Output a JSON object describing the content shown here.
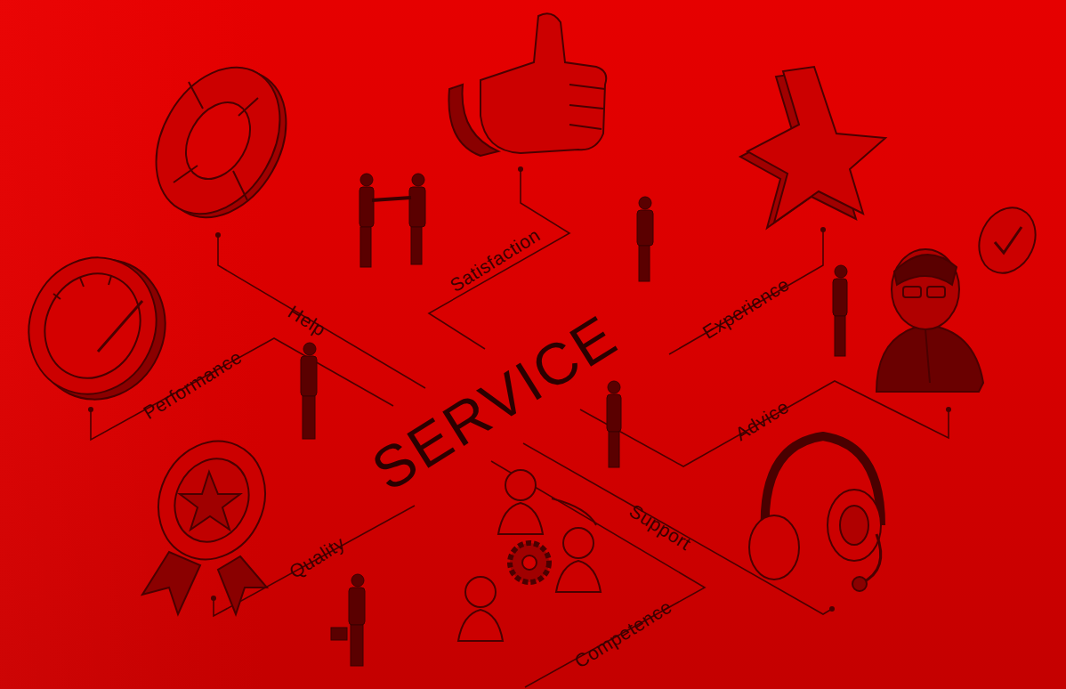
{
  "diagram": {
    "labels": [
      "Help",
      "Satisfaction",
      "Experience",
      "Performance",
      "SERVICE",
      "Advice",
      "Quality",
      "Support",
      "Competence"
    ]
  }
}
